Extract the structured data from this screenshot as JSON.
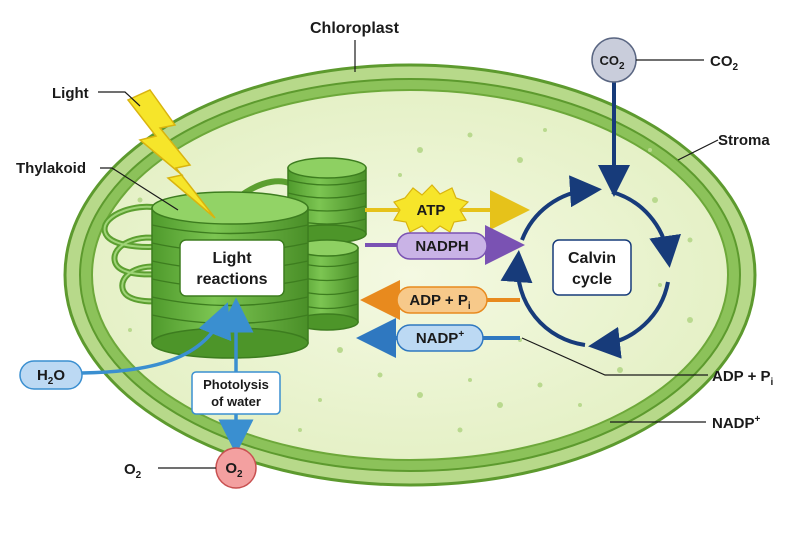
{
  "labels": {
    "chloroplast": "Chloroplast",
    "light": "Light",
    "thylakoid": "Thylakoid",
    "stroma": "Stroma",
    "co2_main": "CO",
    "co2_sub": "2",
    "adp_pi_main": "ADP + P",
    "adp_pi_sub": "i",
    "nadp_main": "NADP",
    "nadp_sup": "+",
    "o2_main": "O",
    "o2_sub": "2"
  },
  "boxes": {
    "light_reactions_line1": "Light",
    "light_reactions_line2": "reactions",
    "calvin_line1": "Calvin",
    "calvin_line2": "cycle",
    "photolysis_line1": "Photolysis",
    "photolysis_line2": "of water"
  },
  "pills": {
    "atp": "ATP",
    "nadph": "NADPH",
    "adp_main": "ADP + P",
    "adp_sub": "i",
    "nadp_main": "NADP",
    "nadp_sup": "+",
    "h2o_a": "H",
    "h2o_sub": "2",
    "h2o_b": "O",
    "co2_main": "CO",
    "co2_sub": "2",
    "o2_main": "O",
    "o2_sub": "2"
  },
  "colors": {
    "atp": "#f2d21f",
    "nadph": "#8a63c2",
    "adp": "#ef9a2e",
    "nadp": "#3f86cc",
    "calvin_arrow": "#173b7a",
    "stroma": "#eaf3cf",
    "membrane": "#7cb342",
    "o2": "#e97f7f",
    "h2o": "#8fc1ea"
  }
}
